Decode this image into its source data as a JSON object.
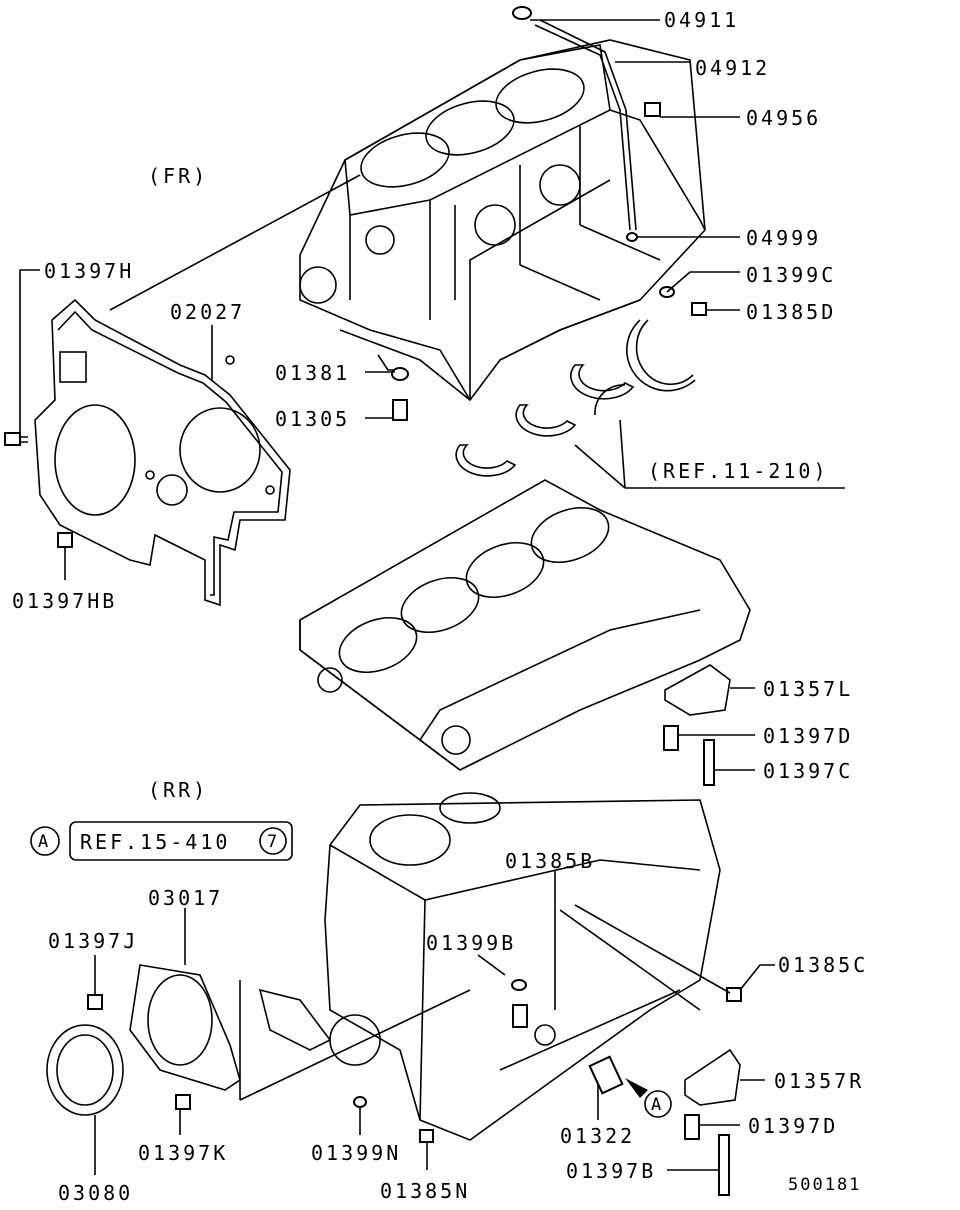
{
  "sections": {
    "front": "(FR)",
    "rear": "(RR)"
  },
  "reference_box": {
    "circle_letter": "A",
    "text": "REF.15-410",
    "circled_number": "7"
  },
  "bearing_reference": "(REF.11-210)",
  "marker_A": "A",
  "diagram_code": "500181",
  "labels": {
    "p04911": "04911",
    "p04912": "04912",
    "p04956": "04956",
    "p04999": "04999",
    "p01399C": "01399C",
    "p01385D": "01385D",
    "p01397H": "01397H",
    "p02027": "02027",
    "p01381": "01381",
    "p01305": "01305",
    "p01397HB": "01397HB",
    "p01357L": "01357L",
    "p01397D_top": "01397D",
    "p01397C": "01397C",
    "p01385B": "01385B",
    "p03017": "03017",
    "p01397J": "01397J",
    "p01399B": "01399B",
    "p01385C": "01385C",
    "p01357R": "01357R",
    "p01397D_bottom": "01397D",
    "p01397B": "01397B",
    "p01322": "01322",
    "p01399N": "01399N",
    "p01385N": "01385N",
    "p01397K": "01397K",
    "p03080": "03080"
  }
}
